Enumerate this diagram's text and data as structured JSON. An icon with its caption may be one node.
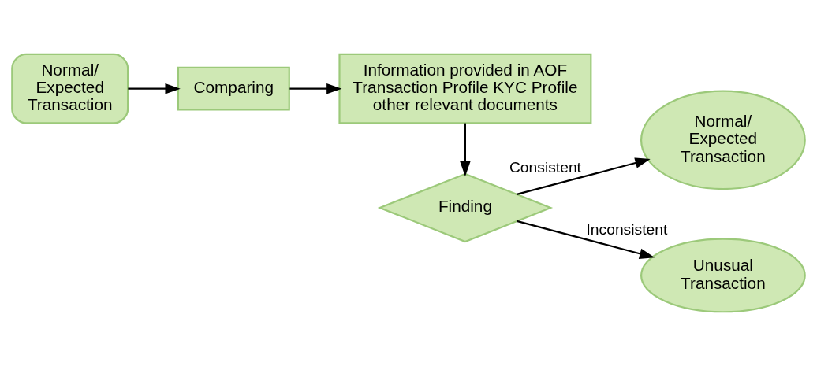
{
  "diagram": {
    "nodes": [
      {
        "text": [
          "Normal/ Expected Transaction"
        ]
      },
      {
        "text": [
          "Comparing"
        ]
      },
      {
        "text": [
          "Information provided in AOF Transaction Profile KYC Profile other relevant documents"
        ]
      },
      {
        "text": [
          "Finding"
        ]
      },
      {
        "text": [
          "Normal/ Expected Transaction"
        ]
      },
      {
        "text": [
          "Unusual Transaction"
        ]
      }
    ],
    "edges": [
      {
        "from": 0,
        "to": 1,
        "arrow": "to"
      },
      {
        "from": 1,
        "to": 2,
        "arrow": "to"
      },
      {
        "from": 2,
        "to": 3,
        "arrow": "to"
      },
      {
        "from": 3,
        "to": 4,
        "arrow": "to",
        "label": "Consistent"
      },
      {
        "from": 3,
        "to": 5,
        "arrow": "to",
        "label": "Inconsistent"
      }
    ]
  }
}
